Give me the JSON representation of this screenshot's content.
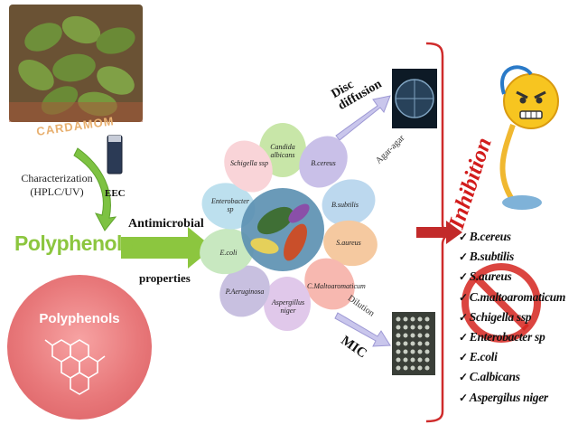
{
  "left": {
    "photo_label": "CARDAMOM",
    "extract_label": "EEC",
    "characterization": "Characterization (HPLC/UV)",
    "compound": "Polyphenols",
    "circle_label": "Polyphenols"
  },
  "middle": {
    "arrow_label_top": "Antimicrobial",
    "arrow_label_bottom": "properties",
    "petals": [
      {
        "label": "Candida albicans",
        "color": "#c8e6a8"
      },
      {
        "label": "B.cereus",
        "color": "#c9c0e8"
      },
      {
        "label": "B.subtilis",
        "color": "#bcd8ee"
      },
      {
        "label": "S.aureus",
        "color": "#f5c9a0"
      },
      {
        "label": "C.Maltoaromaticum",
        "color": "#f7b8b0"
      },
      {
        "label": "Aspergillus niger",
        "color": "#e0c8ea"
      },
      {
        "label": "P.Aeruginosa",
        "color": "#c8c0e0"
      },
      {
        "label": "E.coli",
        "color": "#c8e8c0"
      },
      {
        "label": "Enterobacter sp",
        "color": "#bde0ee"
      },
      {
        "label": "Schigella ssp",
        "color": "#f9d4d8"
      }
    ]
  },
  "methods": {
    "disc": "Disc diffusion",
    "agar": "Agar-agar",
    "dilution": "Dilution",
    "mic": "MIC"
  },
  "result": {
    "title": "Inhibition",
    "organisms": [
      "B.cereus",
      "B.subtilis",
      "S.aureus",
      "C.maltoaromaticum",
      "Schigella ssp",
      "Enterobacter sp",
      "E.coli",
      "C.albicans",
      "Aspergilus niger"
    ]
  }
}
